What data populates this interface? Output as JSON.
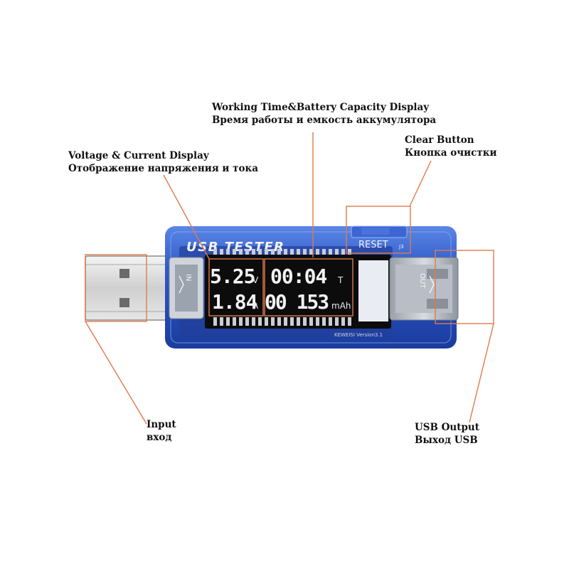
{
  "device": {
    "brand": "USB TESTER",
    "reset_label": "RESET",
    "reset_mark": "J3",
    "in_label": "IN",
    "out_label": "OUT",
    "model": "KEWEISI  Version3.1",
    "display": {
      "voltage": "5.25",
      "voltage_unit": "V",
      "current": "1.84",
      "current_unit": "A",
      "time": "00:04",
      "time_unit": "T",
      "capacity": "00 153",
      "capacity_unit": "mAh"
    }
  },
  "callouts": {
    "working_time": {
      "en": "Working Time&Battery Capacity Display",
      "ru": "Время работы и емкость аккумулятора"
    },
    "voltage_current": {
      "en": "Voltage & Current Display",
      "ru": "Отображение напряжения и тока"
    },
    "clear_button": {
      "en": "Clear Button",
      "ru": "Кнопка очистки"
    },
    "input": {
      "en": "Input",
      "ru": "вход"
    },
    "usb_output": {
      "en": "USB Output",
      "ru": "Выход USB"
    }
  },
  "colors": {
    "annotation": "#e07a4a",
    "case_blue": "#2f59c8",
    "lcd_black": "#0c0c0c"
  }
}
